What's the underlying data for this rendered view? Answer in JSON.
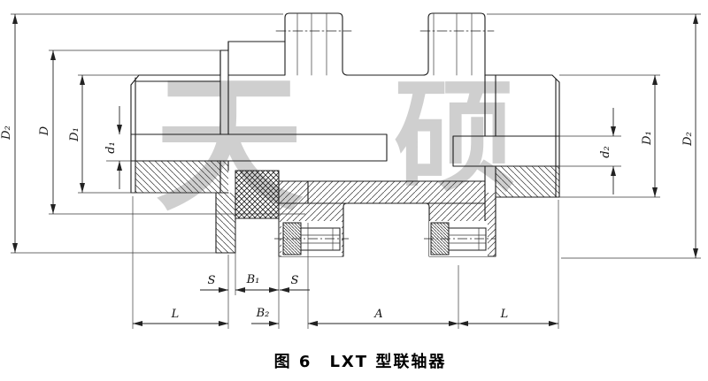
{
  "figure_caption": "图 6　LXT 型联轴器",
  "watermark": {
    "char1": "天",
    "char2": "硕",
    "color": "#a0a0a0"
  },
  "colors": {
    "background": "#ffffff",
    "line": "#1c1c1c",
    "dimension": "#222222",
    "watermark_gray": "#a0a0a0"
  },
  "dim_labels": {
    "outer_diameter_left": "D₂",
    "flange_diameter": "D",
    "hub_diameter_left": "D₁",
    "bore_left": "d₁",
    "bore_right": "d₂",
    "hub_diameter_right": "D₁",
    "outer_diameter_right": "D₂",
    "gap_left": "S",
    "spider_width": "B₁",
    "gap_right": "S",
    "hub_length_left": "L",
    "flange_width": "B₂",
    "middle_length": "A",
    "hub_length_right": "L"
  }
}
